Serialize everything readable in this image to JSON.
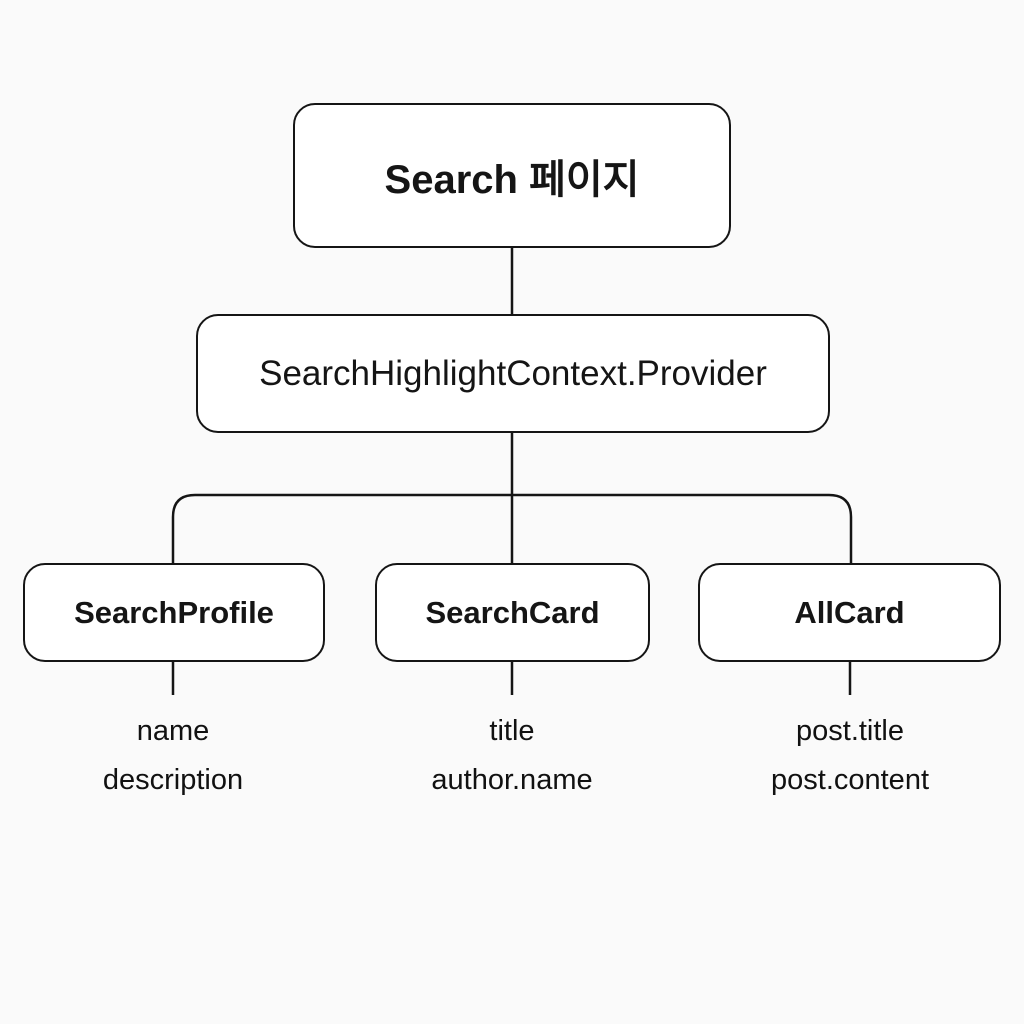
{
  "diagram": {
    "type": "tree",
    "background_color": "#fafafa",
    "node_fill_color": "#ffffff",
    "line_color": "#151515",
    "root": {
      "label": "Search 페이지"
    },
    "provider": {
      "label": "SearchHighlightContext.Provider"
    },
    "children": [
      {
        "label": "SearchProfile",
        "fields": [
          "name",
          "description"
        ]
      },
      {
        "label": "SearchCard",
        "fields": [
          "title",
          "author.name"
        ]
      },
      {
        "label": "AllCard",
        "fields": [
          "post.title",
          "post.content"
        ]
      }
    ]
  }
}
